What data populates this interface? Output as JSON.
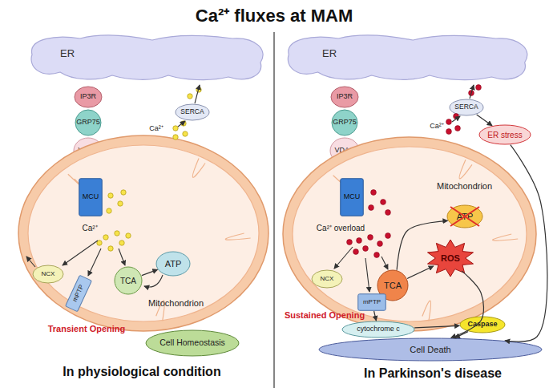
{
  "diagram": {
    "title": "Ca²⁺ fluxes at MAM",
    "nodes": [
      {
        "text": [
          "ER"
        ]
      },
      {
        "text": [
          "IP3R"
        ]
      },
      {
        "text": [
          "GRP75"
        ]
      },
      {
        "text": [
          "VDAC"
        ]
      },
      {
        "text": [
          "SERCA"
        ]
      },
      {
        "text": [
          "Mitochondrion"
        ]
      },
      {
        "text": [
          "MCU"
        ],
        "in": 5
      },
      {
        "text": [
          "TCA"
        ],
        "in": 5
      },
      {
        "text": [
          "ATP"
        ],
        "in": 5
      },
      {
        "text": [
          "mPTP"
        ],
        "in": 5
      },
      {
        "text": [
          "NCX"
        ]
      },
      {
        "text": [
          "Cell Homeostasis"
        ]
      },
      {
        "text": [
          "ER"
        ]
      },
      {
        "text": [
          "IP3R"
        ]
      },
      {
        "text": [
          "GRP75"
        ]
      },
      {
        "text": [
          "VDAC"
        ]
      },
      {
        "text": [
          "SERCA"
        ]
      },
      {
        "text": [
          "ER stress"
        ]
      },
      {
        "text": [
          "Mitochondrion"
        ]
      },
      {
        "text": [
          "MCU"
        ],
        "in": 18
      },
      {
        "text": [
          "ATP"
        ],
        "in": 18
      },
      {
        "text": [
          "ROS"
        ],
        "in": 18
      },
      {
        "text": [
          "TCA"
        ],
        "in": 18
      },
      {
        "text": [
          "NCX"
        ]
      },
      {
        "text": [
          "mPTP"
        ],
        "in": 18
      },
      {
        "text": [
          "cytochrome c"
        ]
      },
      {
        "text": [
          "Caspase"
        ]
      },
      {
        "text": [
          "Cell Death"
        ]
      }
    ],
    "edges": [
      {
        "from": 7,
        "to": 8,
        "arrow": "to"
      },
      {
        "from": 22,
        "to": 20,
        "arrow": "to"
      },
      {
        "from": 22,
        "to": 21,
        "arrow": "to"
      },
      {
        "from": 24,
        "to": 25,
        "arrow": "to"
      },
      {
        "from": 25,
        "to": 26,
        "arrow": "to"
      },
      {
        "from": 26,
        "to": 27,
        "arrow": "to"
      },
      {
        "from": 21,
        "to": 27,
        "arrow": "to"
      },
      {
        "from": 16,
        "to": 17,
        "arrow": "to"
      },
      {
        "from": 17,
        "to": 27,
        "arrow": "to"
      }
    ],
    "labels": [
      "Ca²⁺",
      "Ca²⁺",
      "Transient Opening",
      "In physiological condition",
      "Ca²⁺",
      "Ca²⁺ overload",
      "Sustained Opening",
      "In Parkinson's disease"
    ]
  }
}
